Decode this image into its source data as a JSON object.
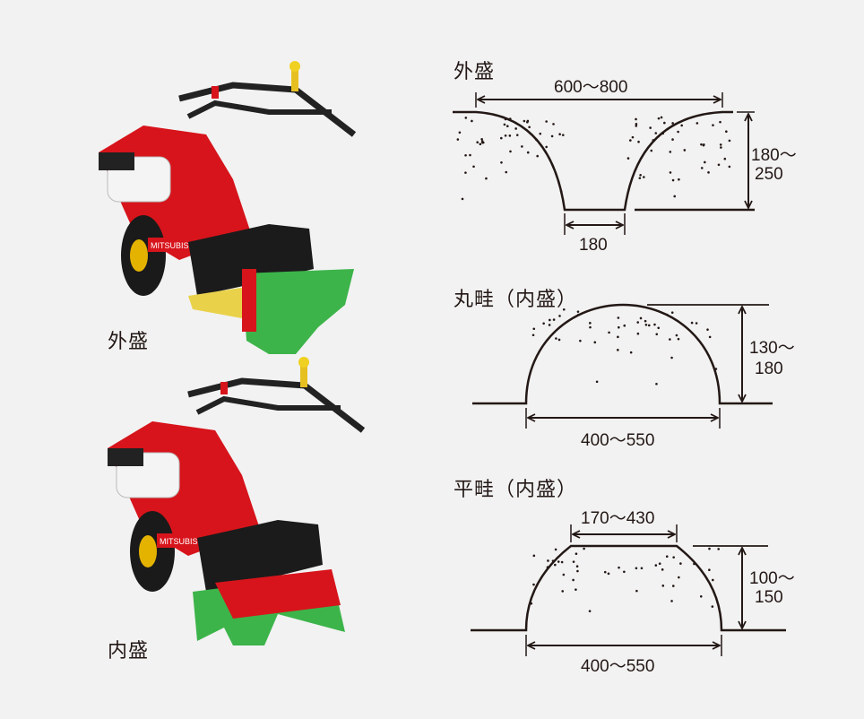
{
  "machines": [
    {
      "label": "外盛"
    },
    {
      "label": "内盛"
    }
  ],
  "diagrams": {
    "outer": {
      "title": "外盛",
      "top_width": "600～800",
      "bottom_width": "180",
      "height_line1": "180～",
      "height_line2": "250"
    },
    "round": {
      "title": "丸畦（内盛）",
      "height_line1": "130～",
      "height_line2": "180",
      "bottom_width": "400～550"
    },
    "flat": {
      "title": "平畦（内盛）",
      "top_width": "170～430",
      "height_line1": "100～",
      "height_line2": "150",
      "bottom_width": "400～550"
    }
  },
  "colors": {
    "machine_red": "#d7141b",
    "ridger_green": "#3cb44a",
    "line": "#231815",
    "background": "#f2f2f2"
  }
}
